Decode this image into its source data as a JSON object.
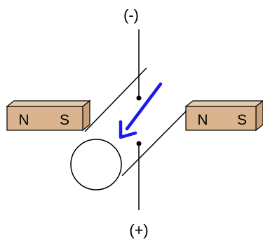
{
  "terminals": {
    "top": "(-)",
    "bottom": "(+)"
  },
  "magnets": {
    "left": {
      "north": "N",
      "south": "S"
    },
    "right": {
      "north": "N",
      "south": "S"
    }
  },
  "colors": {
    "magnet_front": "#d9b48f",
    "magnet_top": "#e8c9a8",
    "magnet_side": "#c9a07a",
    "arrow": "#1a1aee",
    "stroke": "#000000"
  }
}
